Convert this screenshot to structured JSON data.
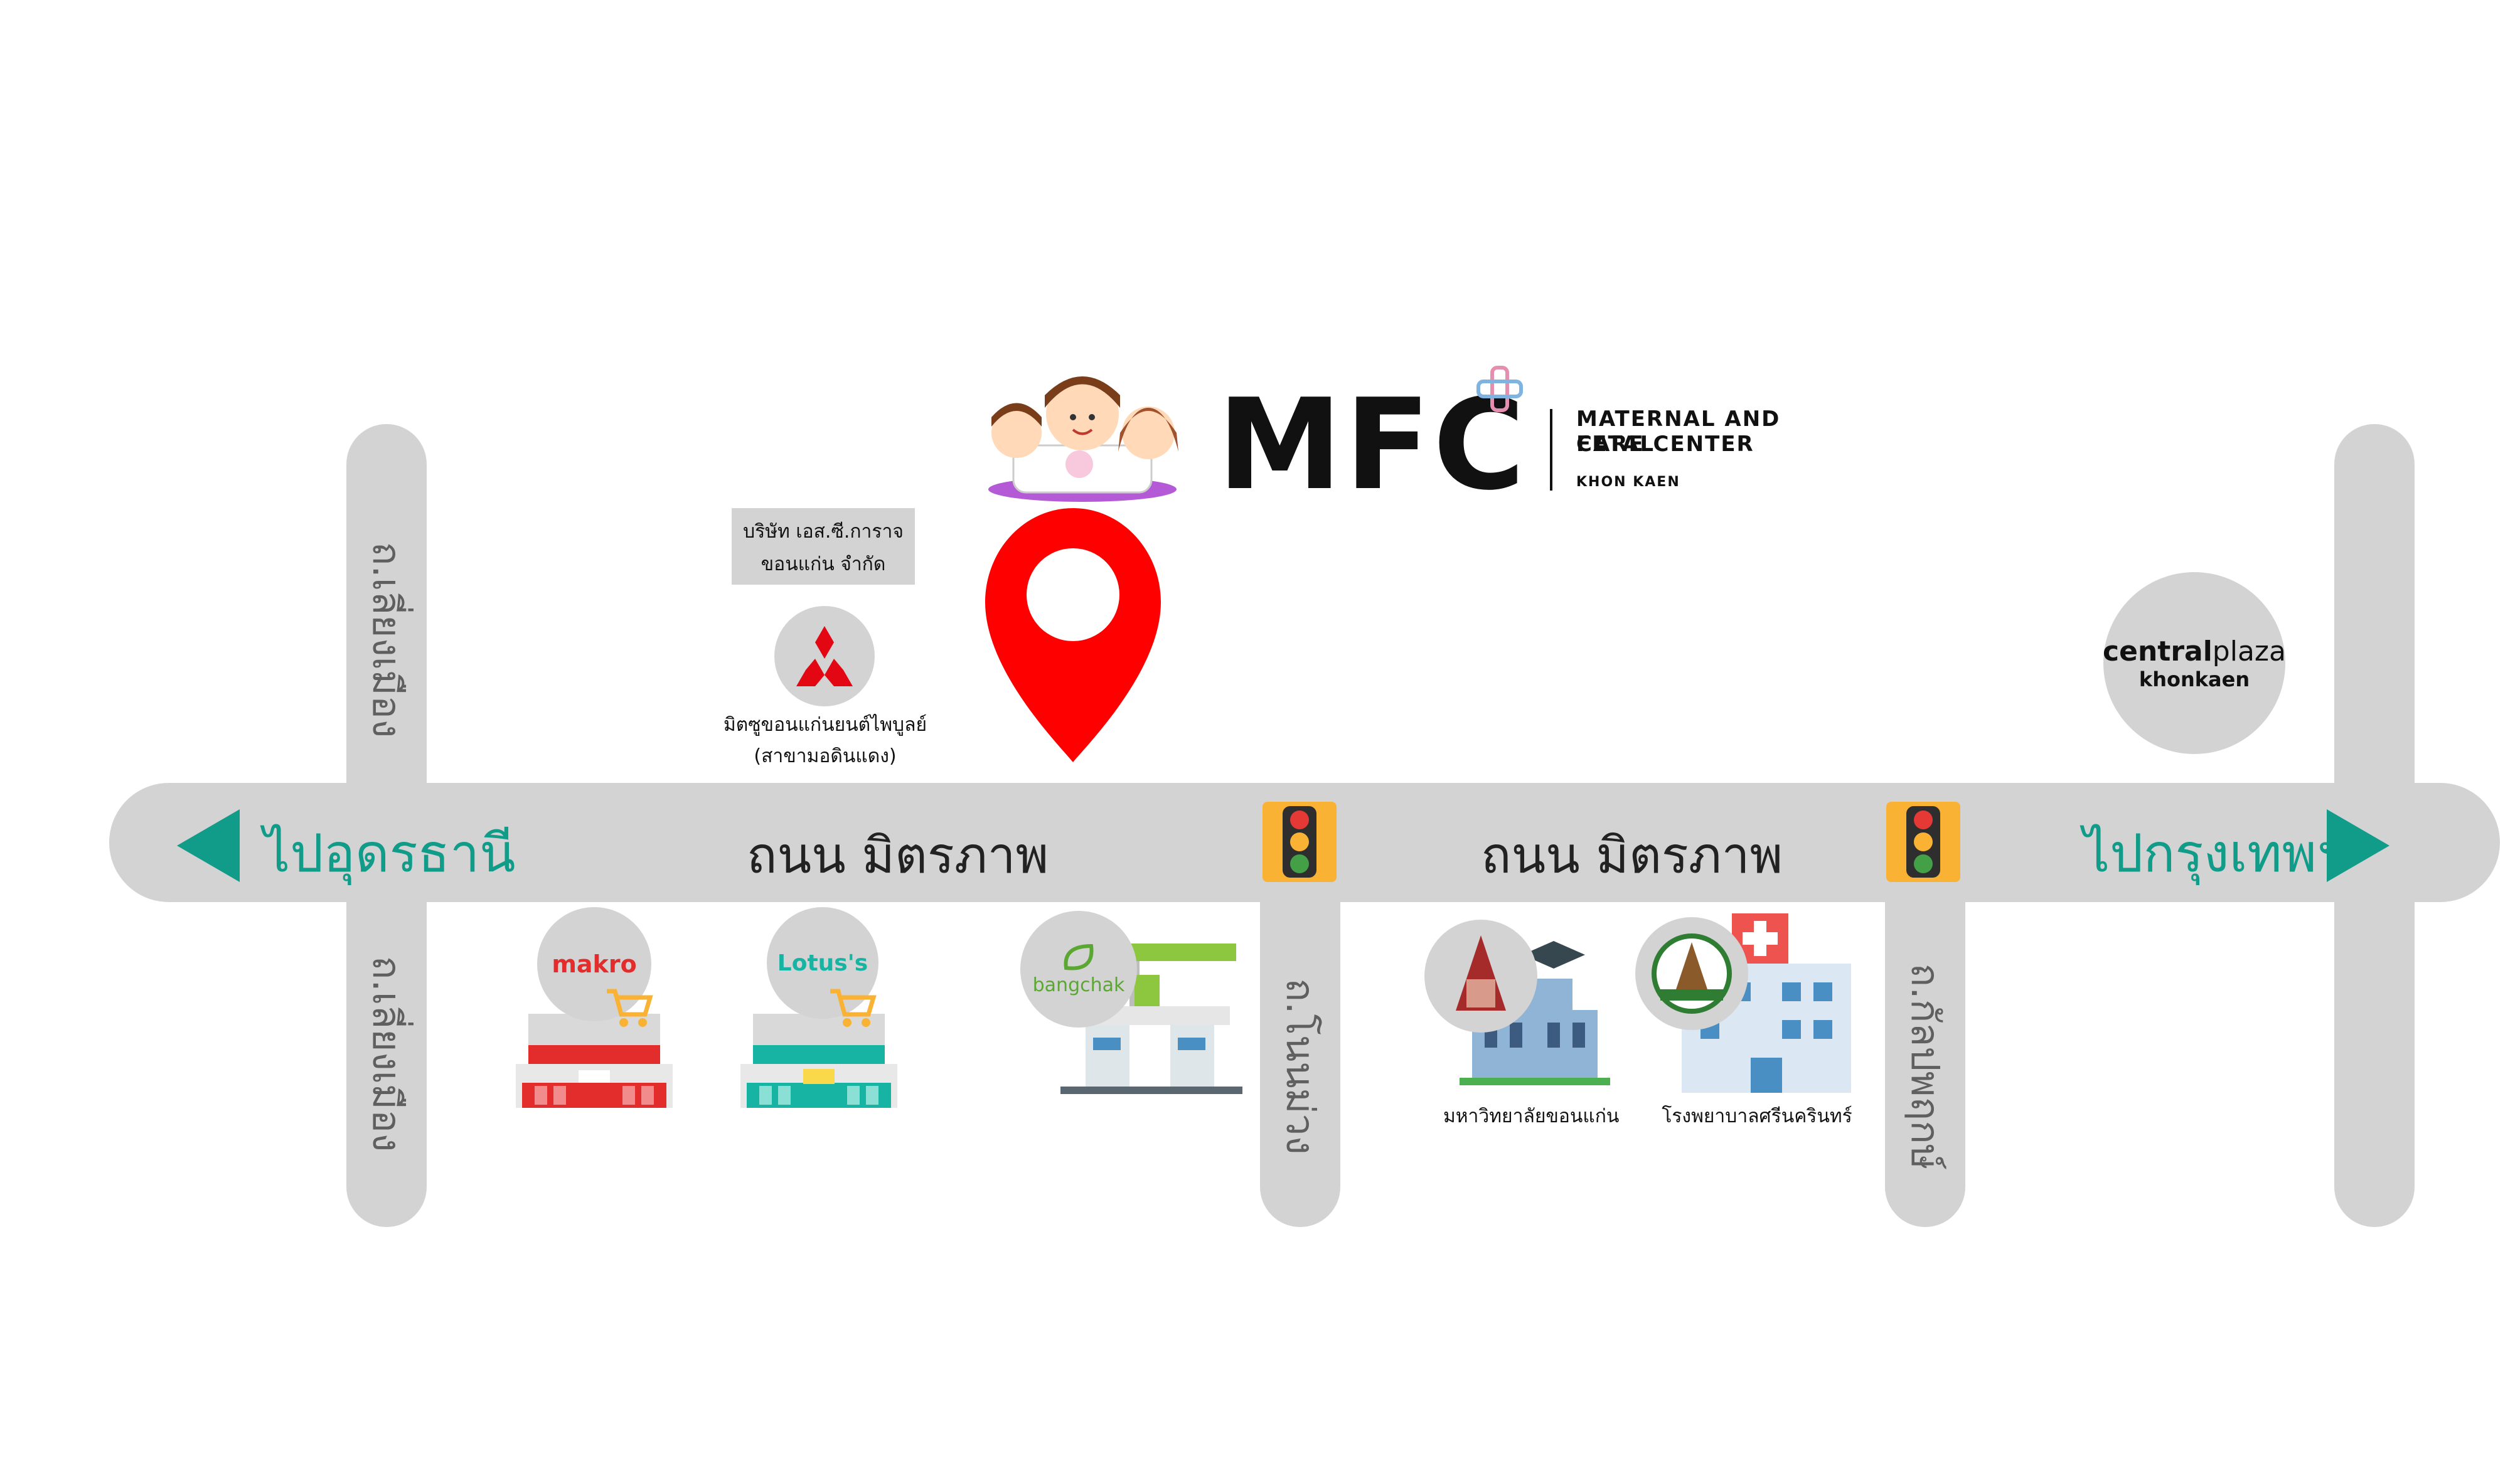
{
  "logo": {
    "brand": "MFC",
    "line1": "MATERNAL AND FETAL",
    "line2": "CARE CENTER",
    "line3": "KHON KAEN"
  },
  "roads": {
    "main_left": "ถนน มิตรภาพ",
    "main_right": "ถนน มิตรภาพ",
    "soi1_top": "ถ.เลี่ยงเมือง",
    "soi1_bottom": "ถ.เลี่ยงเมือง",
    "soi2": "ถ.โนนม่วง",
    "soi3": "ถ.กัลปพฤกษ์"
  },
  "directions": {
    "left": "ไปอุดรธานี",
    "right": "ไปกรุงเทพฯ"
  },
  "landmarks": {
    "company_line1": "บริษัท เอส.ซี.การาจ",
    "company_line2": "ขอนแก่น จำกัด",
    "mitsu_line1": "มิตซูขอนแก่นยนต์ไพบูลย์",
    "mitsu_line2": "(สาขามอดินแดง)",
    "makro": "makro",
    "lotus": "Lotus's",
    "bangchak": "bangchak",
    "central_1": "central",
    "central_2": "plaza",
    "central_3": "khonkaen",
    "university": "มหาวิทยาลัยขอนแก่น",
    "hospital": "โรงพยาบาลศรีนครินทร์"
  },
  "colors": {
    "road": "#d3d3d3",
    "direction": "#119b89",
    "pin": "#ff0000",
    "makro": "#e32d2d",
    "lotus": "#17b3a3",
    "bangchak": "#5aa832",
    "traffic_light": "#f9b233"
  }
}
